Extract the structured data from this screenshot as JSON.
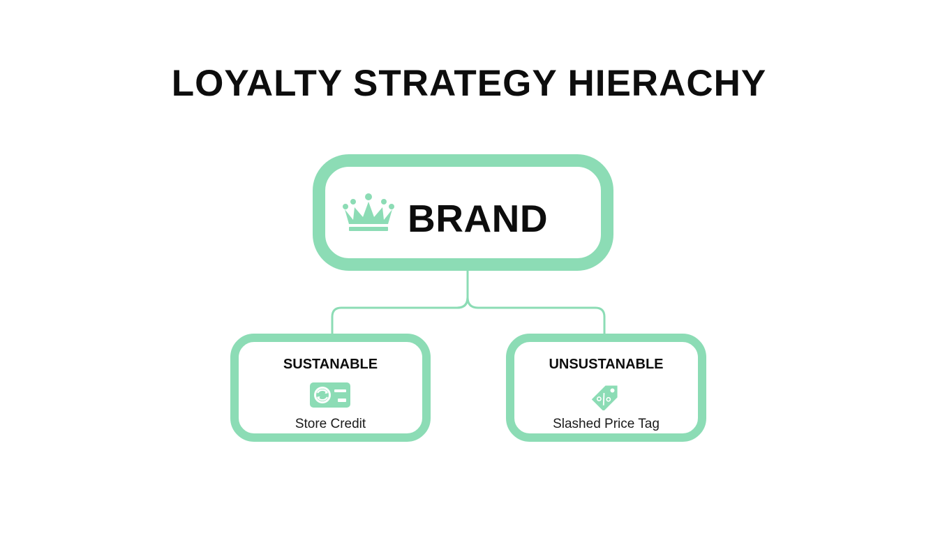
{
  "title": "LOYALTY STRATEGY HIERACHY",
  "accent_color": "#8cdcb5",
  "root": {
    "label": "BRAND",
    "icon": "crown-icon"
  },
  "children": [
    {
      "heading": "SUSTANABLE",
      "label": "Store Credit",
      "icon": "store-credit-card-icon"
    },
    {
      "heading": "UNSUSTANABLE",
      "label": "Slashed Price Tag",
      "icon": "percent-price-tag-icon"
    }
  ]
}
